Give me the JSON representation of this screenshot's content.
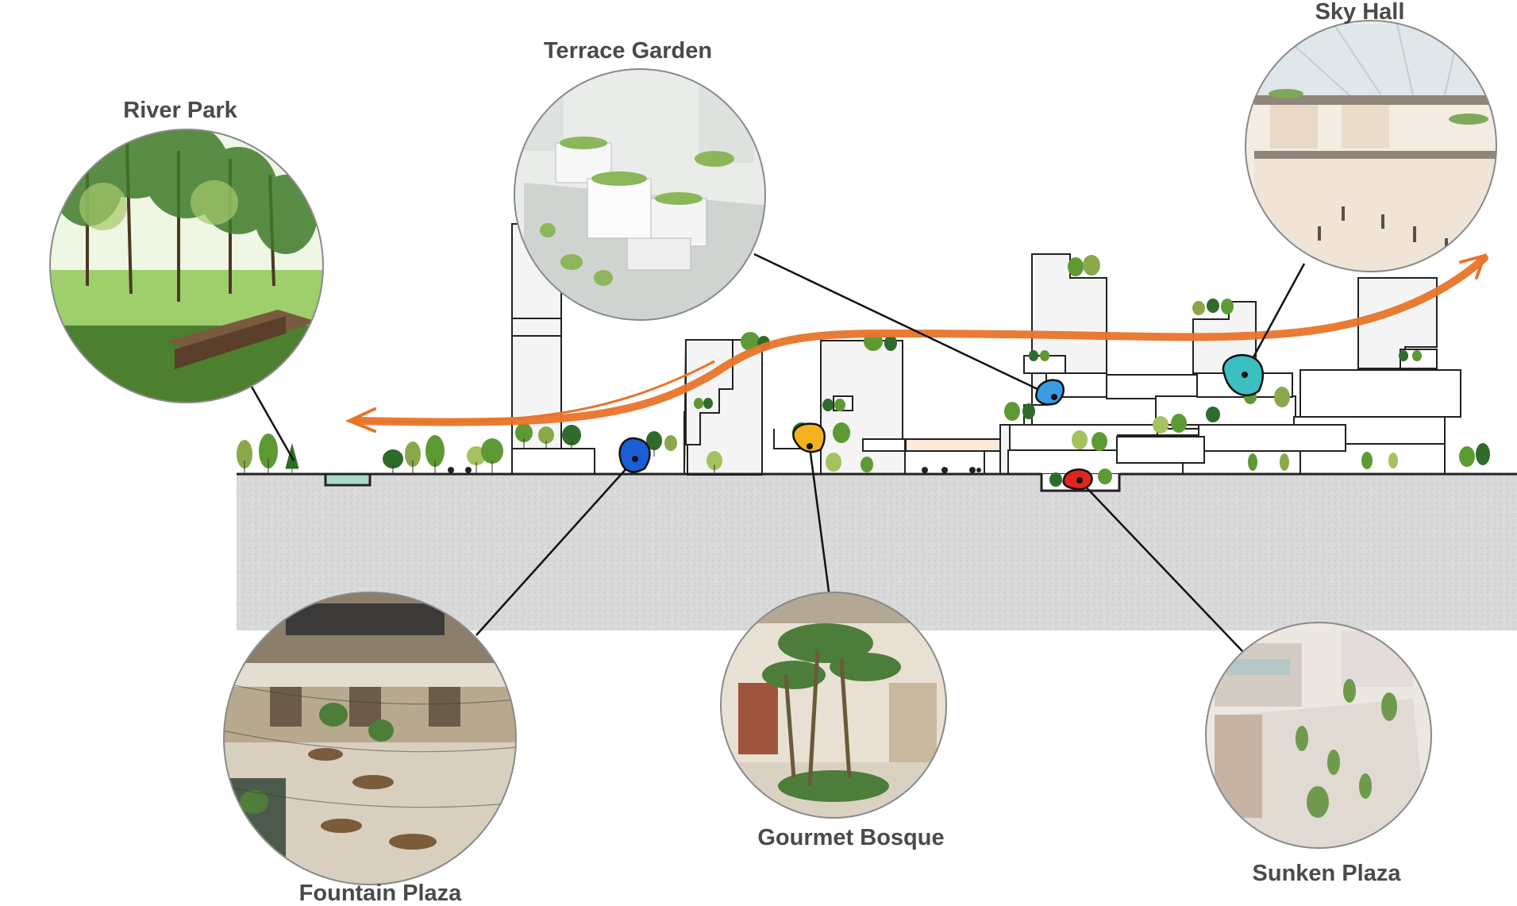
{
  "labels": {
    "river_park": "River Park",
    "terrace_garden": "Terrace Garden",
    "sky_hall": "Sky Hall",
    "fountain_plaza": "Fountain Plaza",
    "gourmet_bosque": "Gourmet Bosque",
    "sunken_plaza": "Sunken Plaza"
  },
  "colors": {
    "flow_arrow": "#e8742a",
    "ground_fill": "#dcdcdc",
    "marker_blue": "#1a5fd6",
    "marker_light_blue": "#3a9be0",
    "marker_yellow": "#f2b21e",
    "marker_red": "#e0251e",
    "marker_teal": "#3bbfc0",
    "pond": "#a8dcc9",
    "corridor_fill": "#fbead8",
    "tree_dark": "#2f6b2a",
    "tree_mid": "#5e9a34",
    "tree_light": "#a4c25e"
  },
  "photo_icons": [
    "park-photo",
    "terrace-photo",
    "atrium-photo",
    "courtyard-dining-photo",
    "palm-garden-photo",
    "sunken-plaza-photo"
  ]
}
